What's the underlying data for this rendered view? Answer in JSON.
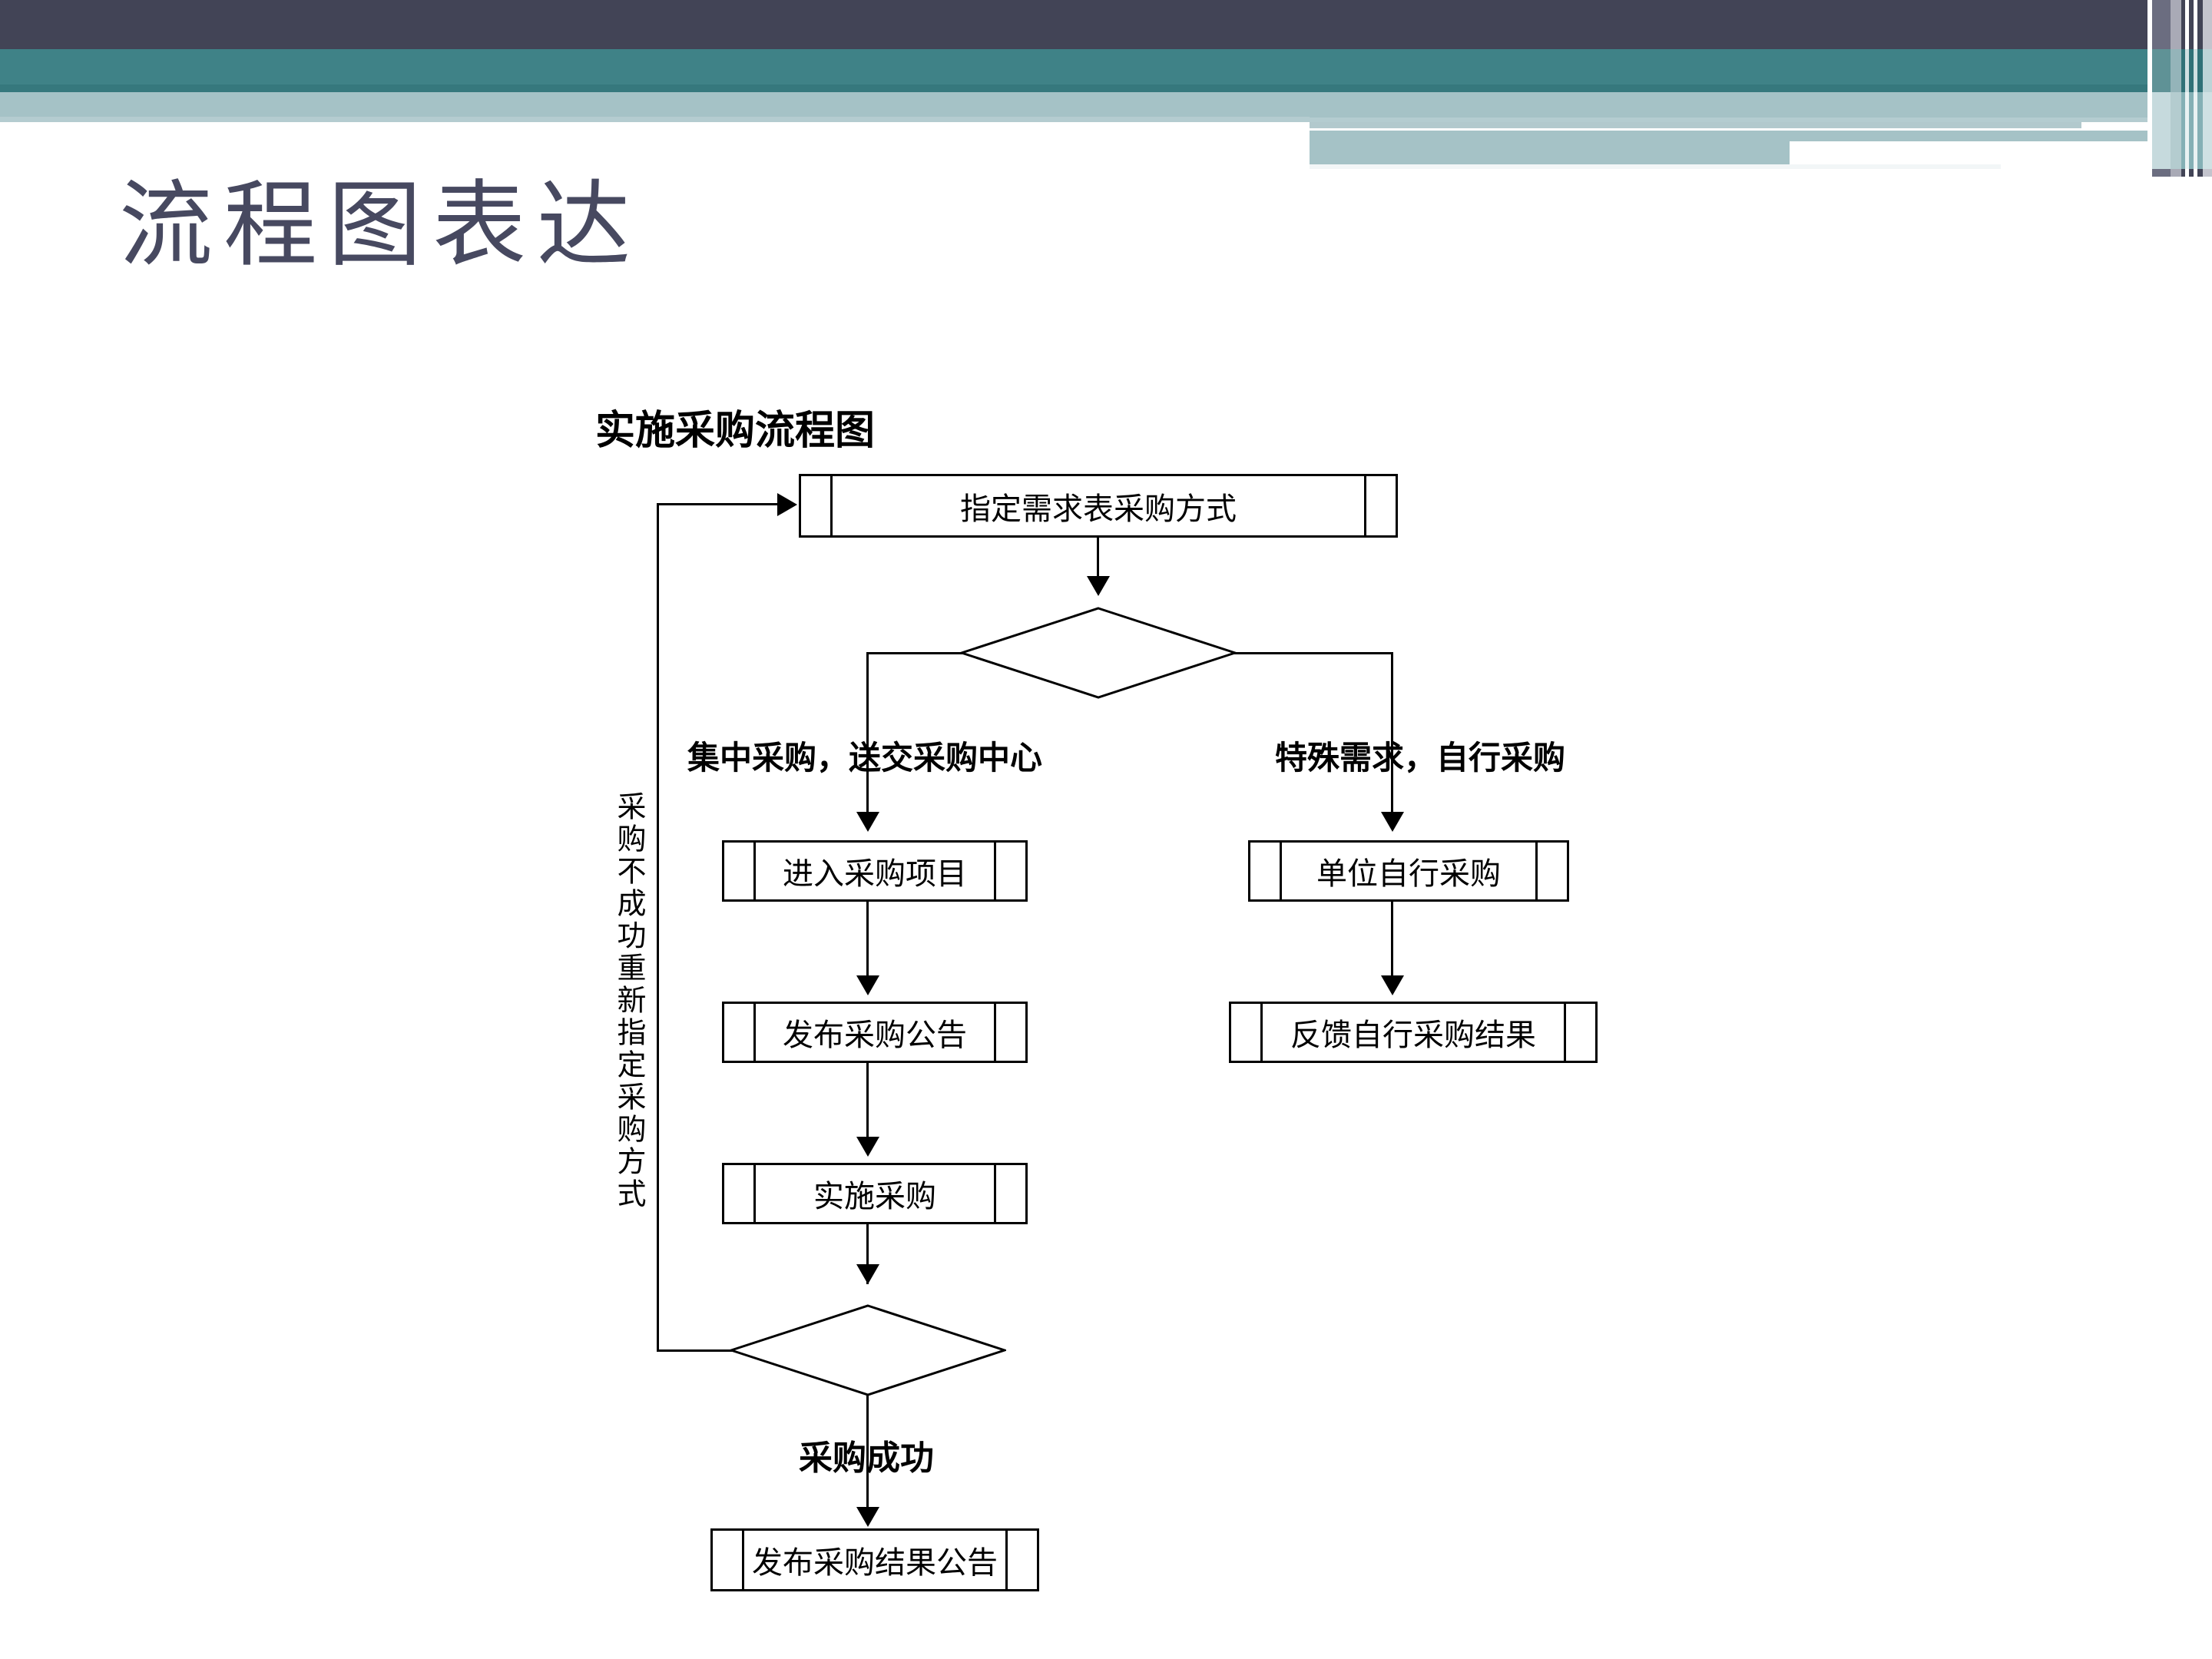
{
  "slide": {
    "title": "流程图表达",
    "title_color": "#474960"
  },
  "theme": {
    "dark": "#424456",
    "teal": "#3f8287",
    "pale": "#a5c2c6",
    "stroke": "#000000",
    "background": "#ffffff"
  },
  "flowchart": {
    "heading": "实施采购流程图",
    "nodes": {
      "start": "指定需求表采购方式",
      "left_1": "进入采购项目",
      "left_2": "发布采购公告",
      "left_3": "实施采购",
      "left_4": "发布采购结果公告",
      "right_1": "单位自行采购",
      "right_2": "反馈自行采购结果",
      "decision_1": "",
      "decision_2": ""
    },
    "edge_labels": {
      "branch_left": "集中采购，送交采购中心",
      "branch_right": "特殊需求，自行采购",
      "success": "采购成功",
      "loop_back": "采购不成功重新指定采购方式"
    }
  }
}
